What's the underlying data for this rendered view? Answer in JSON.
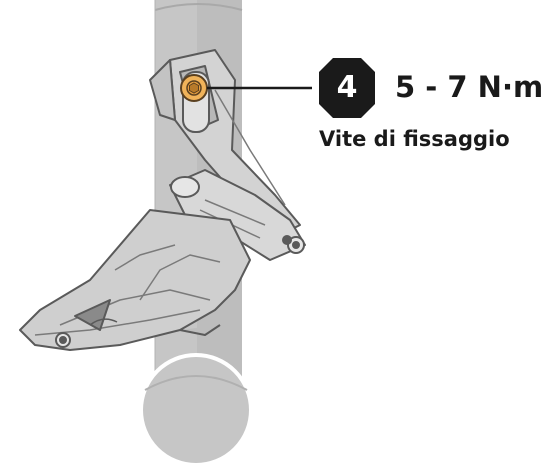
{
  "callout": {
    "step_number": "4",
    "torque": "5 - 7 N·m",
    "part_label": "Vite di fissaggio"
  },
  "colors": {
    "tube": "#c6c6c6",
    "derailleur_body": "#cfcfcf",
    "derailleur_dark": "#5a5a5a",
    "screw_highlight": "#f0b35a",
    "badge": "#1a1a1a",
    "text": "#1a1a1a"
  }
}
